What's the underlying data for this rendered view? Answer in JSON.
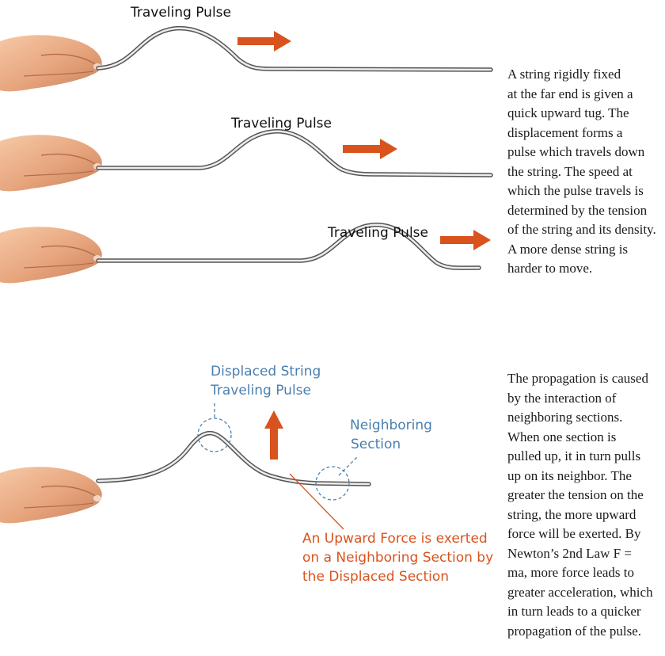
{
  "pulse_label": "Traveling Pulse",
  "colors": {
    "arrow": "#d9531e",
    "annotation_blue": "#4a7fb0",
    "string": "#8a8a8a"
  },
  "bottom_labels": {
    "displaced": [
      "Displaced String",
      "Traveling Pulse"
    ],
    "neighboring": [
      "Neighboring",
      "Section"
    ],
    "force": [
      "An Upward Force is exerted",
      "on a Neighboring Section by",
      "the Displaced Section"
    ]
  },
  "paragraph_top": [
    "A string rigidly fixed",
    "at the far end is given a",
    "quick upward tug. The",
    "displacement forms a",
    "pulse which travels down",
    "the string. The speed at",
    "which the pulse travels is",
    "determined by the tension",
    "of the string and its density.",
    "A more dense string is",
    "harder to move."
  ],
  "paragraph_bottom": [
    "The propagation is caused",
    "by the interaction of",
    "neighboring sections.",
    "When one section is",
    "pulled up, it in turn pulls",
    "up on its neighbor. The",
    "greater the tension on the",
    "string, the more upward",
    "force will be exerted. By",
    "Newton’s 2nd Law F =",
    "ma, more force leads to",
    "greater acceleration, which",
    "in turn leads to a quicker",
    "propagation of the pulse."
  ]
}
